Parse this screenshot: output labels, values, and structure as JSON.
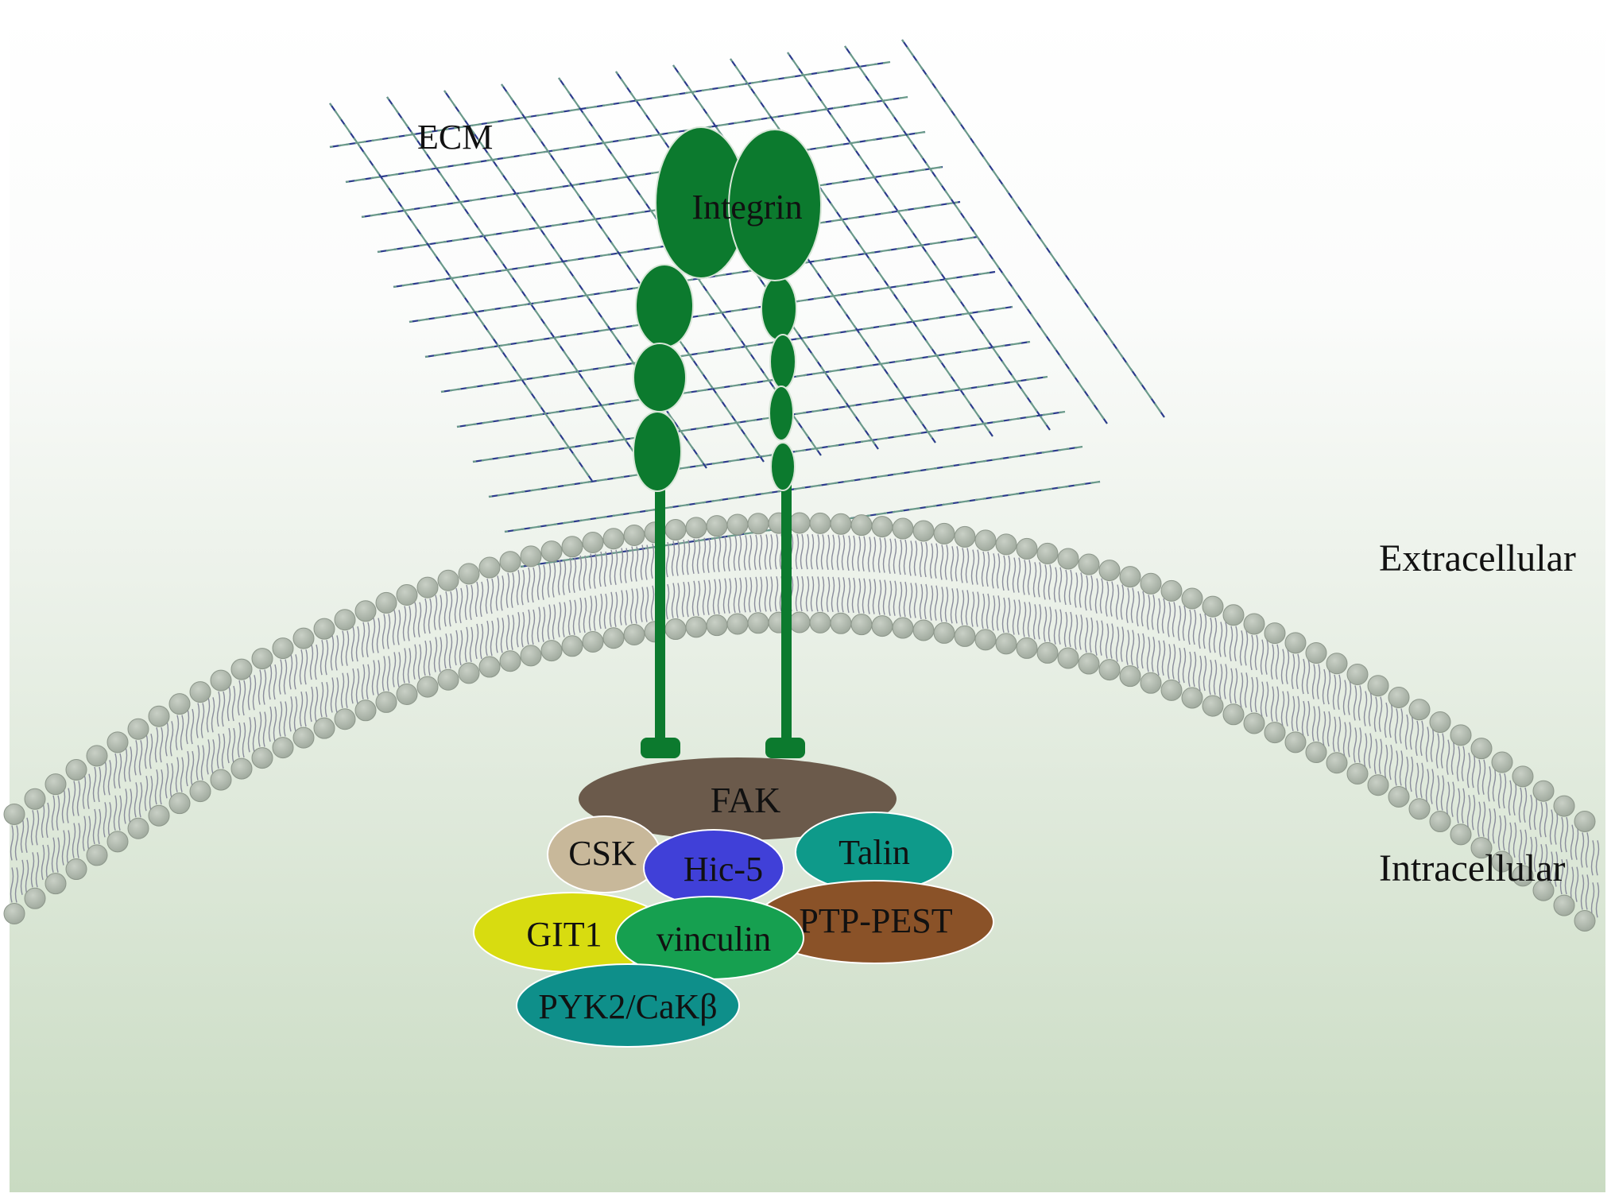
{
  "labels": {
    "ecm": "ECM",
    "integrin": "Integrin",
    "extracellular": "Extracellular",
    "intracellular": "Intracellular"
  },
  "proteins": [
    {
      "key": "fak",
      "label": "FAK",
      "color": "#6b5a4b"
    },
    {
      "key": "csk",
      "label": "CSK",
      "color": "#c8b89a"
    },
    {
      "key": "hic5",
      "label": "Hic-5",
      "color": "#4040d8"
    },
    {
      "key": "talin",
      "label": "Talin",
      "color": "#0e9a8a"
    },
    {
      "key": "git1",
      "label": "GIT1",
      "color": "#d8dc10"
    },
    {
      "key": "vinculin",
      "label": "vinculin",
      "color": "#16a050"
    },
    {
      "key": "ptppest",
      "label": "PTP-PEST",
      "color": "#8a5228"
    },
    {
      "key": "pyk2",
      "label": "PYK2/CaKβ",
      "color": "#0e8f8a"
    }
  ],
  "colors": {
    "integrin": "#0c7a2e",
    "lipid_head": "#a9b3a8",
    "lipid_tail": "#8a8c9c",
    "ecm_line_a": "#2b3a8c",
    "ecm_line_b": "#6a9a8a"
  }
}
